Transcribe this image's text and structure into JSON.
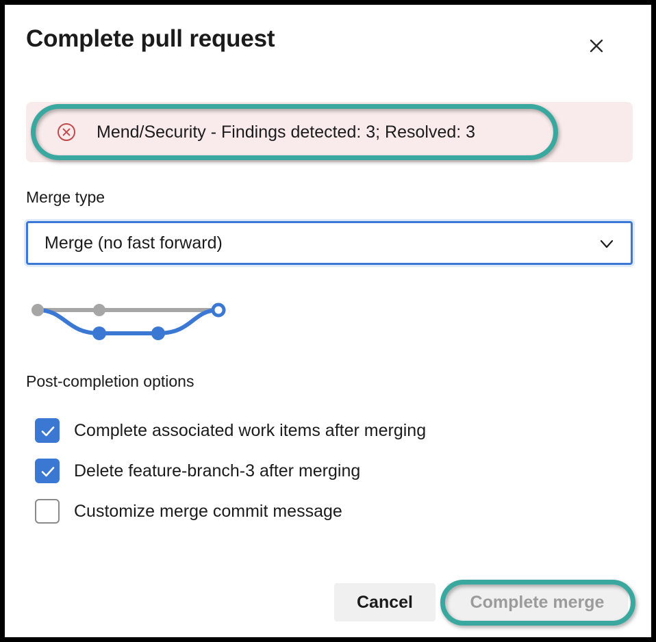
{
  "dialog": {
    "title": "Complete pull request",
    "close_icon": "close-icon"
  },
  "status_banner": {
    "icon": "error-circle-x-icon",
    "text": "Mend/Security - Findings detected: 3; Resolved: 3",
    "background_color": "#f9ebeb",
    "icon_color": "#c04a4a"
  },
  "merge_type": {
    "label": "Merge type",
    "selected_value": "Merge (no fast forward)",
    "chevron_icon": "chevron-down-icon",
    "focus_border_color": "#3b78d4"
  },
  "merge_graph": {
    "icon": "merge-no-fast-forward-graph",
    "base_color": "#a6a6a6",
    "branch_color": "#3b78d4"
  },
  "post_completion": {
    "label": "Post-completion options",
    "options": [
      {
        "label": "Complete associated work items after merging",
        "checked": true
      },
      {
        "label": "Delete feature-branch-3 after merging",
        "checked": true
      },
      {
        "label": "Customize merge commit message",
        "checked": false
      }
    ]
  },
  "footer": {
    "cancel_label": "Cancel",
    "complete_merge_label": "Complete merge",
    "complete_merge_disabled": true
  },
  "annotations": {
    "color": "#3aa89e",
    "targets": [
      "status-banner",
      "complete-merge-button"
    ]
  }
}
